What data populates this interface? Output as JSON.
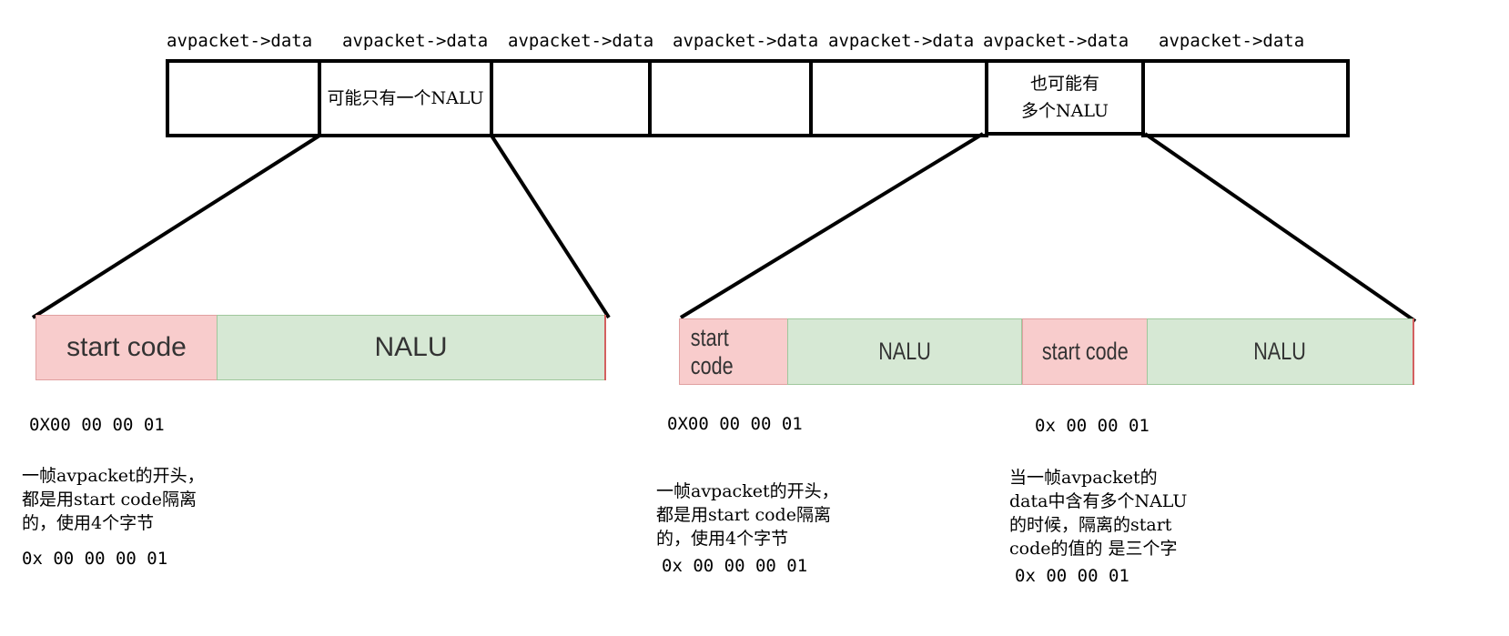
{
  "packet_labels": [
    "avpacket->data",
    "avpacket->data",
    "avpacket->data",
    "avpacket->data",
    "avpacket->data",
    "avpacket->data",
    "avpacket->data"
  ],
  "packet_cells": [
    "",
    "可能只有一个NALU",
    "",
    "",
    "",
    "也可能有\n多个NALU",
    ""
  ],
  "left_detail": {
    "start_code_label": "start code",
    "nalu_label": "NALU",
    "hex": "0X00 00 00 01",
    "note": "一帧avpacket的开头，\n都是用start code隔离\n的，使用4个字节",
    "hex2": "0x 00 00 00 01"
  },
  "right_detail": {
    "start_code_label_1": "start code",
    "nalu_label_1": "NALU",
    "start_code_label_2": "start code",
    "nalu_label_2": "NALU",
    "hex_a": "0X00 00 00 01",
    "note_a": "一帧avpacket的开头，\n都是用start code隔离\n的，使用4个字节",
    "hex_a2": "0x 00 00 00 01",
    "hex_b": "0x 00 00 01",
    "note_b": "当一帧avpacket的\ndata中含有多个NALU\n的时候，隔离的start\ncode的值的 是三个字",
    "hex_b2": "0x 00 00 01"
  },
  "colors": {
    "start_code_fill": "#f8cccc",
    "nalu_fill": "#d6e8d4",
    "outline": "#000000"
  }
}
